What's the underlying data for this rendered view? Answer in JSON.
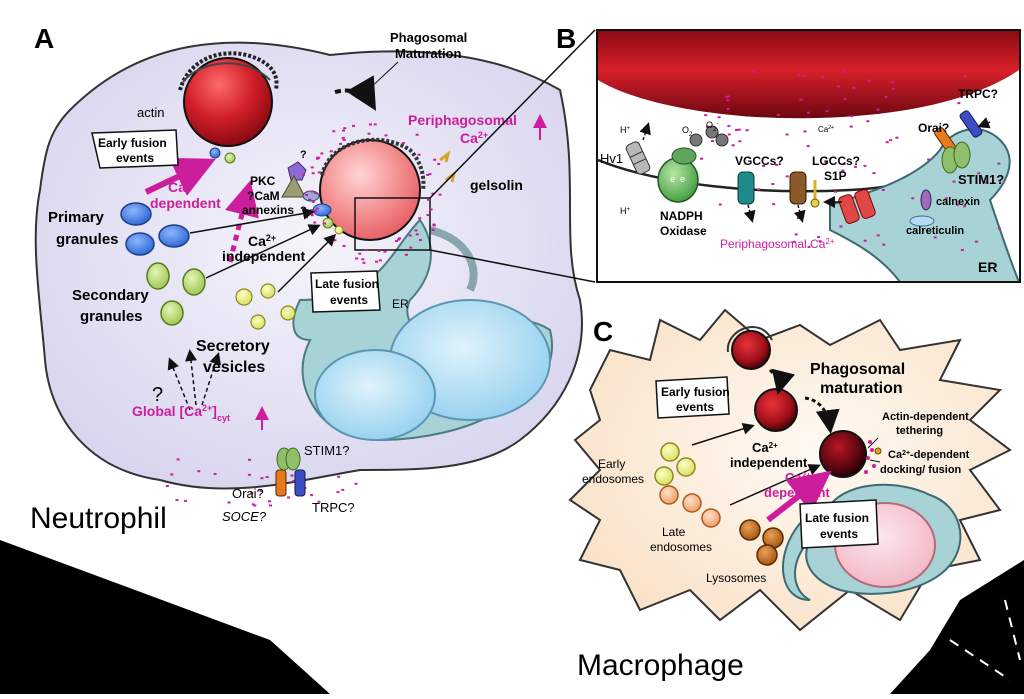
{
  "panels": {
    "a": {
      "letter": "A",
      "cell_name": "Neutrophil",
      "labels": {
        "phago_line1": "Phagosomal",
        "phago_line2": "Maturation",
        "actin": "actin",
        "peri_line1": "Periphagosomal",
        "peri_line2": "Ca",
        "peri_sup": "2+",
        "gelsolin": "gelsolin",
        "early_line1": "Early fusion",
        "early_line2": "events",
        "ca_dep_line1": "Ca",
        "ca_dep_sup": "2+",
        "ca_dep_line2": "dependent",
        "pkc": "PKC",
        "cam": "?CaM",
        "annexins": "annexins",
        "q_pkc": "?",
        "q_annex": "?",
        "primary_line1": "Primary",
        "primary_line2": "granules",
        "ca_indep_line1": "Ca",
        "ca_indep_sup": "2+",
        "ca_indep_line2": "independent",
        "late_line1": "Late fusion",
        "late_line2": "events",
        "secondary_line1": "Secondary",
        "secondary_line2": "granules",
        "er": "ER",
        "secretory_line1": "Secretory",
        "secretory_line2": "vesicles",
        "question": "?",
        "global_pre": "Global [Ca",
        "global_sup": "2+",
        "global_mid": "]",
        "global_sub": "cyt",
        "stim1": "STIM1?",
        "orai": "Orai?",
        "soce": "SOCE?",
        "trpc": "TRPC?"
      }
    },
    "b": {
      "letter": "B",
      "labels": {
        "hplus1": "H",
        "hplus2": "H",
        "hv1": "Hv1",
        "o2": "O",
        "o2_2": "2",
        "o2_minus": "O",
        "o2_minus_2": "2",
        "o2_minus_sup": "-",
        "e1": "e",
        "e2": "e",
        "nadph_line1": "NADPH",
        "nadph_line2": "Oxidase",
        "vgcc": "VGCCs?",
        "lgcc": "LGCCs?",
        "s1p": "S1P",
        "ca_small": "Ca",
        "ca_small_sup": "2+",
        "orai": "Orai?",
        "trpc": "TRPC?",
        "stim1": "STIM1?",
        "calnexin": "calnexin",
        "calreticulin": "calreticulin",
        "peri": "Periphagosomal Ca",
        "peri_sup": "2+",
        "er": "ER"
      }
    },
    "c": {
      "letter": "C",
      "cell_name": "Macrophage",
      "labels": {
        "phago_line1": "Phagosomal",
        "phago_line2": "maturation",
        "early_line1": "Early fusion",
        "early_line2": "events",
        "actin_line1": "Actin-dependent",
        "actin_line2": "tethering",
        "ca_indep_line1": "Ca",
        "ca_indep_sup": "2+",
        "ca_indep_line2": "independent",
        "dock_line1_pre": "Ca",
        "dock_line1_sup": "2+",
        "dock_line1_post": "-dependent",
        "dock_line2": "docking/ fusion",
        "early_endo_line1": "Early",
        "early_endo_line2": "endosomes",
        "ca_dep_line1": "Ca",
        "ca_dep_sup": "2+",
        "ca_dep_line2": "dependent",
        "late_endo_line1": "Late",
        "late_endo_line2": "endosomes",
        "late_fusion_line1": "Late fusion",
        "late_fusion_line2": "events",
        "lysosomes": "Lysosomes"
      }
    }
  },
  "colors": {
    "magenta": "#cc1e9c",
    "neutrophil_fill": "#e4e1f2",
    "macrophage_fill": "#fdf0e2",
    "er_fill": "#a8d3d6",
    "nucleus_blue": "#a9dbf2",
    "nucleus_pink": "#f6c9d3",
    "phagosome_red": "#c81d25",
    "primary_granule": "#3f7be0",
    "secondary_granule": "#b6d66a",
    "vesicle": "#e6f07a",
    "late_endosome": "#f4a878",
    "lysosome": "#c06a1c"
  }
}
